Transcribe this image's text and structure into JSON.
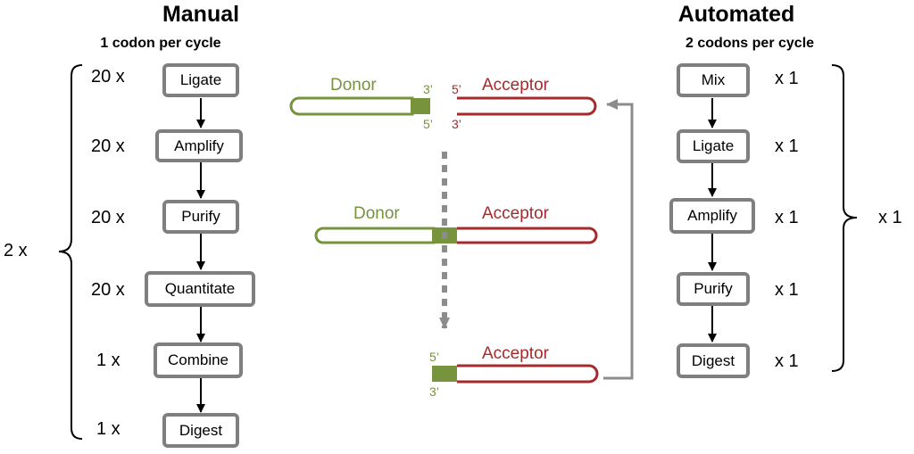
{
  "manual": {
    "title": "Manual",
    "subtitle": "1 codon per cycle",
    "repeat": "2 x",
    "steps": [
      {
        "count": "20 x",
        "label": "Ligate"
      },
      {
        "count": "20 x",
        "label": "Amplify"
      },
      {
        "count": "20 x",
        "label": "Purify"
      },
      {
        "count": "20 x",
        "label": "Quantitate"
      },
      {
        "count": "1 x",
        "label": "Combine"
      },
      {
        "count": "1 x",
        "label": "Digest"
      }
    ]
  },
  "automated": {
    "title": "Automated",
    "subtitle": "2 codons per cycle",
    "repeat": "x 1",
    "steps": [
      {
        "label": "Mix",
        "count": "x 1"
      },
      {
        "label": "Ligate",
        "count": "x 1"
      },
      {
        "label": "Amplify",
        "count": "x 1"
      },
      {
        "label": "Purify",
        "count": "x 1"
      },
      {
        "label": "Digest",
        "count": "x 1"
      }
    ]
  },
  "middle": {
    "donor": "Donor",
    "acceptor": "Acceptor",
    "end_3": "3’",
    "end_5": "5’"
  },
  "colors": {
    "donor": "#77933c",
    "acceptor": "#a32b2b",
    "box_border": "#7f7f7f",
    "arrow_gray": "#8c8c8c"
  }
}
